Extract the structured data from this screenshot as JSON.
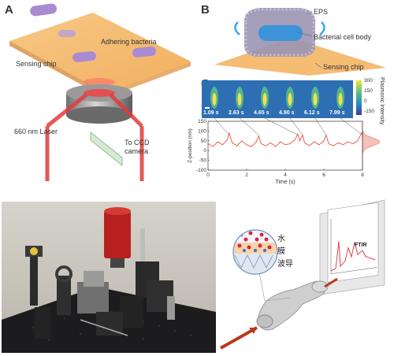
{
  "panels": {
    "a": "A",
    "b": "B",
    "c": "C"
  },
  "panel_a": {
    "adhering_bacteria": "Adhering bacteria",
    "sensing_chip": "Sensing chip",
    "laser": "660 nm Laser",
    "ccd_line1": "To CCD",
    "ccd_line2": "camera"
  },
  "panel_b": {
    "eps": "EPS",
    "cell_body": "Bacterial cell body",
    "sensing_chip": "Sensing chip"
  },
  "panel_c": {
    "timestamps": [
      "1.09 s",
      "2.63 s",
      "4.65 s",
      "4.90 s",
      "6.12 s",
      "7.99 s"
    ],
    "colorbar_label": "Plasmonic Intensity",
    "colorbar_ticks": [
      "300",
      "150",
      "0",
      "-150"
    ]
  },
  "fiber": {
    "chars": [
      "水",
      "膜",
      "波导"
    ],
    "spectrum_label": "FTIR"
  },
  "colors": {
    "chip": "#f3b25f",
    "bacteria": "#a98bd1",
    "laser": "#e23b3b",
    "trace": "#e0533f",
    "heatmap_bg": "#2a6fb4"
  },
  "chart_data": {
    "type": "line",
    "title": "",
    "xlabel": "Time (s)",
    "ylabel": "Z-position (nm)",
    "xlim": [
      0,
      8
    ],
    "ylim": [
      -100,
      150
    ],
    "xticks": [
      "0",
      "2",
      "4",
      "6",
      "8"
    ],
    "yticks": [
      "150",
      "100",
      "50",
      "0",
      "-50",
      "-100"
    ],
    "series": [
      {
        "x": [
          0,
          0.25,
          0.5,
          0.75,
          1.0,
          1.09,
          1.25,
          1.5,
          1.75,
          2.0,
          2.25,
          2.5,
          2.63,
          2.75,
          3.0,
          3.25,
          3.5,
          3.75,
          4.0,
          4.25,
          4.5,
          4.65,
          4.75,
          4.9,
          5.0,
          5.25,
          5.5,
          5.75,
          6.0,
          6.12,
          6.25,
          6.5,
          6.75,
          7.0,
          7.25,
          7.5,
          7.75,
          7.99,
          8.0
        ],
        "y": [
          35,
          20,
          45,
          30,
          55,
          90,
          40,
          25,
          50,
          30,
          20,
          45,
          75,
          35,
          25,
          40,
          20,
          45,
          30,
          35,
          55,
          85,
          50,
          80,
          40,
          25,
          45,
          30,
          50,
          80,
          35,
          25,
          40,
          30,
          45,
          35,
          50,
          95,
          60
        ]
      }
    ]
  }
}
